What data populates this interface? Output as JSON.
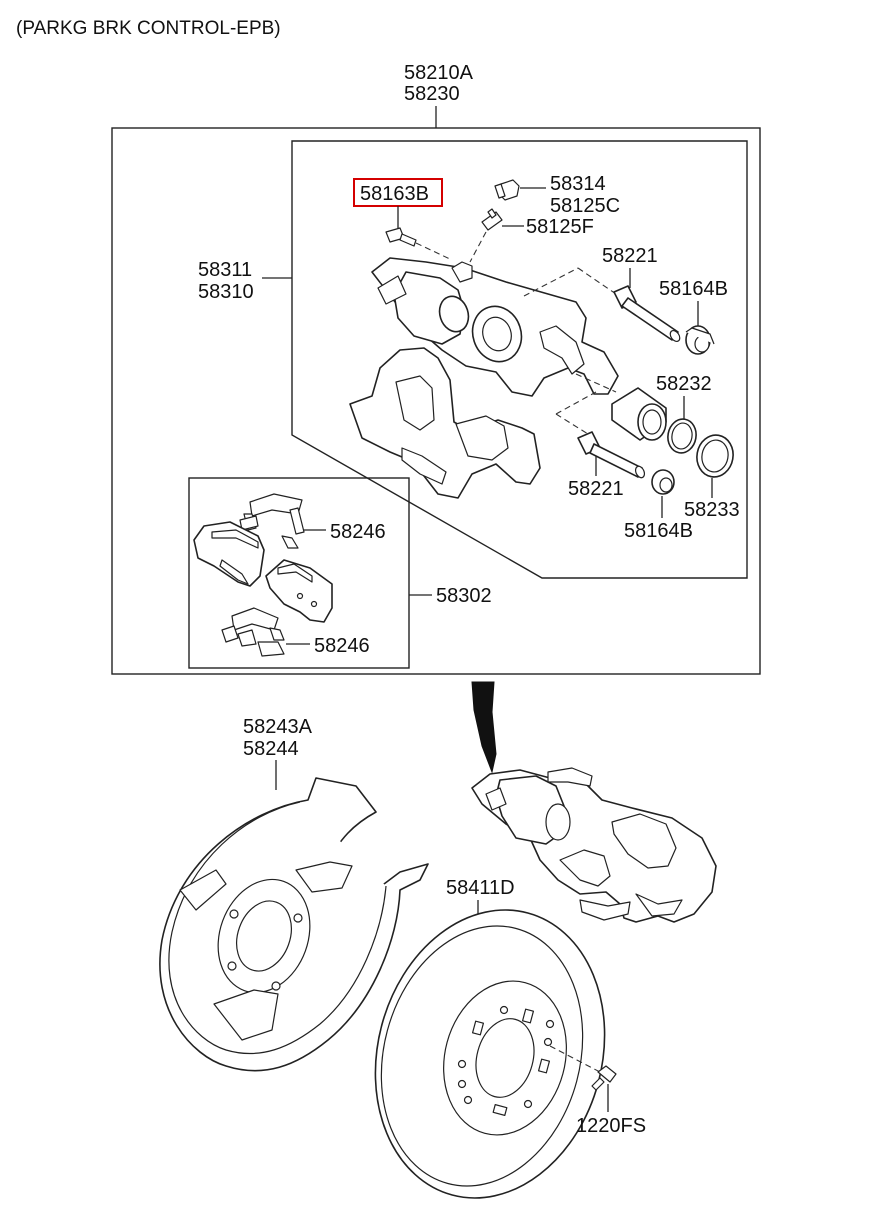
{
  "header": {
    "title": "(PARKG BRK CONTROL-EPB)"
  },
  "labels": {
    "assembly": [
      "58210A",
      "58230"
    ],
    "caliper": [
      "58311",
      "58310"
    ],
    "bolt_highlighted": "58163B",
    "bleeder_cap": "58314",
    "bleeder_screw": "58125C",
    "bleeder_plug": "58125F",
    "guide_pin_upper": "58221",
    "boot_upper": "58164B",
    "piston": "58232",
    "piston_seal": "58233",
    "guide_pin_lower": "58221",
    "boot_lower": "58164B",
    "spring_upper": "58246",
    "pad_kit": "58302",
    "spring_lower": "58246",
    "dust_cover": [
      "58243A",
      "58244"
    ],
    "disc": "58411D",
    "screw": "1220FS"
  },
  "colors": {
    "highlight": "#d40000",
    "line": "#222222"
  }
}
